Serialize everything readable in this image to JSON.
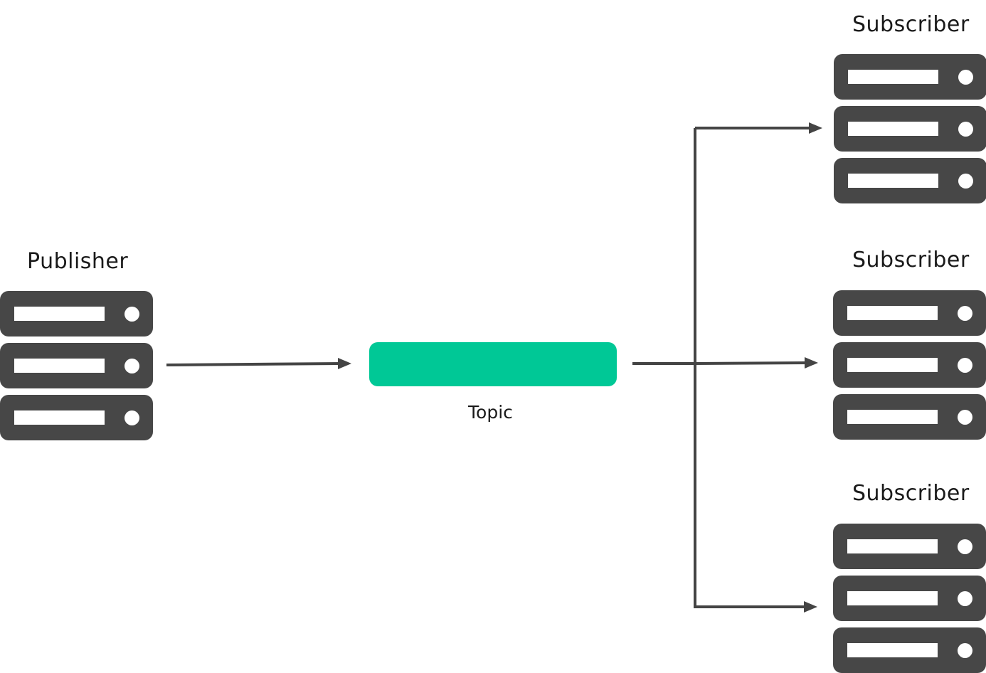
{
  "colors": {
    "server": "#474747",
    "topic": "#00c896",
    "arrow": "#444444"
  },
  "publisher": {
    "label": "Publisher",
    "icon": "server-rack-icon"
  },
  "topic": {
    "label": "Topic"
  },
  "subscribers": [
    {
      "label": "Subscriber",
      "icon": "server-rack-icon"
    },
    {
      "label": "Subscriber",
      "icon": "server-rack-icon"
    },
    {
      "label": "Subscriber",
      "icon": "server-rack-icon"
    }
  ]
}
